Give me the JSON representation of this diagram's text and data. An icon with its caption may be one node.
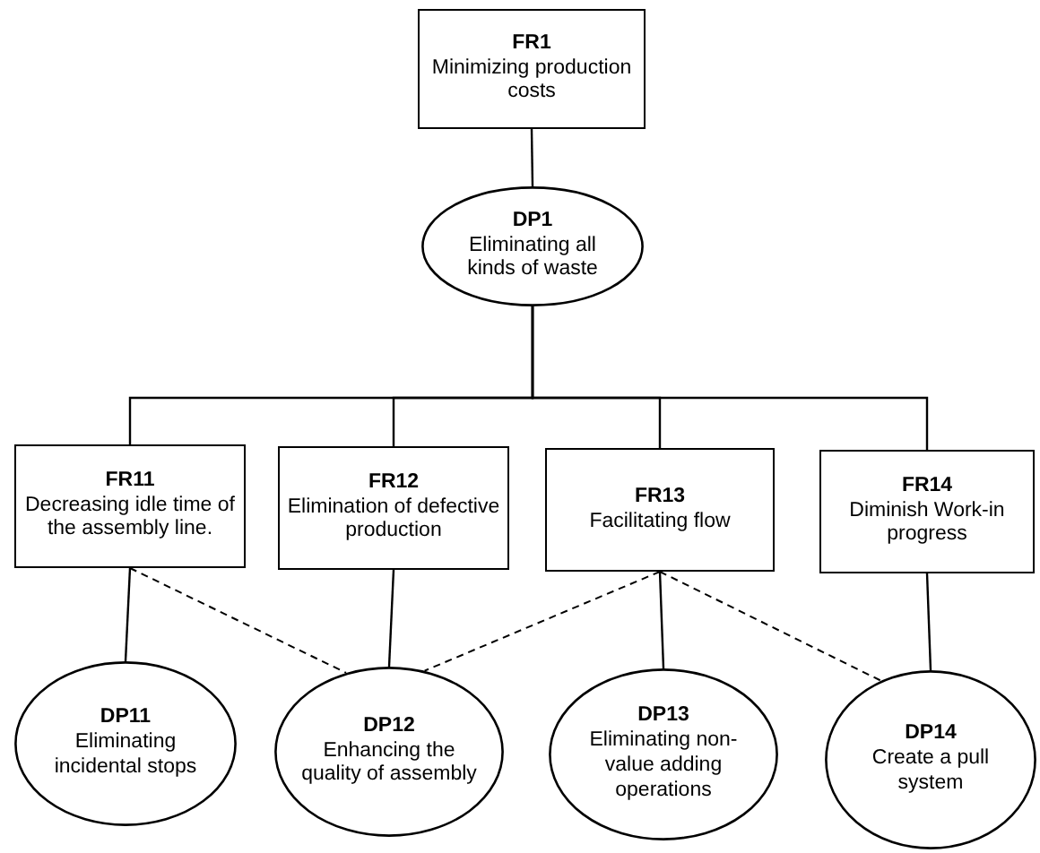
{
  "diagram": {
    "nodes": [
      {
        "text": [
          "FR1",
          "Minimizing production costs"
        ]
      },
      {
        "text": [
          "DP1",
          "Eliminating all kinds of waste"
        ]
      },
      {
        "text": [
          "FR11",
          "Decreasing idle time of the assembly line."
        ]
      },
      {
        "text": [
          "FR12",
          "Elimination of defective production"
        ]
      },
      {
        "text": [
          "FR13",
          "Facilitating flow"
        ]
      },
      {
        "text": [
          "FR14",
          "Diminish Work-in progress"
        ]
      },
      {
        "text": [
          "DP11",
          "Eliminating incidental stops"
        ]
      },
      {
        "text": [
          "DP12",
          "Enhancing the quality of assembly"
        ]
      },
      {
        "text": [
          "DP13",
          "Eliminating non-value adding operations"
        ]
      },
      {
        "text": [
          "DP14",
          "Create a pull system"
        ]
      }
    ],
    "edges": [
      {
        "from": 0,
        "to": 1,
        "arrow": "none"
      },
      {
        "from": 1,
        "to": 2,
        "arrow": "none"
      },
      {
        "from": 1,
        "to": 3,
        "arrow": "none"
      },
      {
        "from": 1,
        "to": 4,
        "arrow": "none"
      },
      {
        "from": 1,
        "to": 5,
        "arrow": "none"
      },
      {
        "from": 2,
        "to": 6,
        "arrow": "none"
      },
      {
        "from": 3,
        "to": 7,
        "arrow": "none"
      },
      {
        "from": 4,
        "to": 8,
        "arrow": "none"
      },
      {
        "from": 5,
        "to": 9,
        "arrow": "none"
      },
      {
        "from": 2,
        "to": 7,
        "arrow": "none",
        "style": "dashed"
      },
      {
        "from": 4,
        "to": 7,
        "arrow": "none",
        "style": "dashed"
      },
      {
        "from": 4,
        "to": 9,
        "arrow": "none",
        "style": "dashed"
      }
    ]
  }
}
